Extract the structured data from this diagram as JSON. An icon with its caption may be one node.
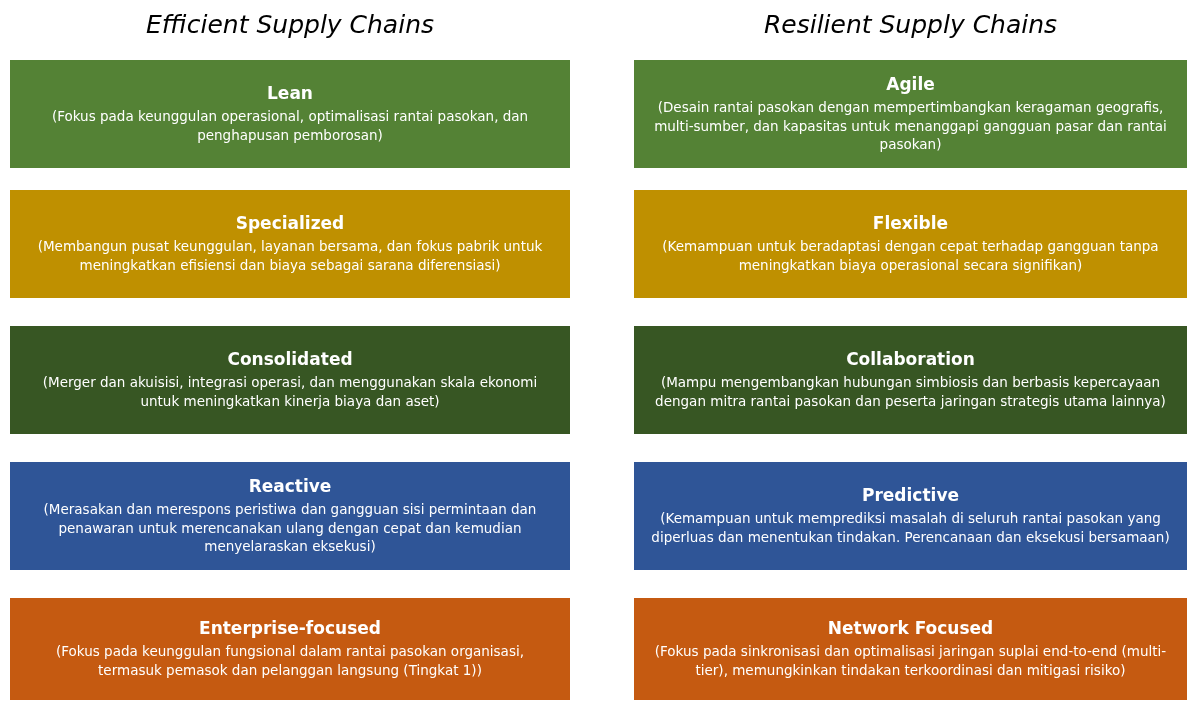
{
  "diagram": {
    "nodes": [
      {
        "text": [
          "Lean",
          "(Fokus pada keunggulan operasional, optimalisasi rantai pasokan, dan penghapusan pemborosan)"
        ]
      },
      {
        "text": [
          "Agile",
          "(Desain rantai pasokan dengan mempertimbangkan keragaman geografis, multi-sumber, dan kapasitas untuk menanggapi gangguan pasar dan rantai pasokan)"
        ]
      },
      {
        "text": [
          "Specialized",
          "(Membangun pusat keunggulan, layanan bersama, dan fokus pabrik untuk meningkatkan efisiensi dan biaya sebagai sarana diferensiasi)"
        ]
      },
      {
        "text": [
          "Flexible",
          "(Kemampuan untuk beradaptasi dengan cepat terhadap gangguan tanpa meningkatkan biaya operasional secara signifikan)"
        ]
      },
      {
        "text": [
          "Consolidated",
          "(Merger dan akuisisi, integrasi operasi, dan menggunakan skala ekonomi untuk meningkatkan kinerja biaya dan aset)"
        ]
      },
      {
        "text": [
          "Collaboration",
          "(Mampu mengembangkan hubungan simbiosis dan berbasis kepercayaan dengan mitra rantai pasokan dan peserta jaringan strategis utama lainnya)"
        ]
      },
      {
        "text": [
          "Reactive",
          "(Merasakan dan merespons peristiwa dan gangguan sisi permintaan dan penawaran untuk merencanakan ulang dengan cepat dan kemudian menyelaraskan eksekusi)"
        ]
      },
      {
        "text": [
          "Predictive",
          "(Kemampuan untuk memprediksi masalah di seluruh rantai pasokan yang diperluas dan menentukan tindakan. Perencanaan dan eksekusi bersamaan)"
        ]
      },
      {
        "text": [
          "Enterprise-focused",
          "(Fokus pada keunggulan fungsional dalam rantai pasokan organisasi, termasuk pemasok dan pelanggan langsung (Tingkat 1))"
        ]
      },
      {
        "text": [
          "Network Focused",
          "(Fokus pada sinkronisasi dan optimalisasi jaringan suplai end-to-end (multi-tier), memungkinkan tindakan terkoordinasi dan mitigasi risiko)"
        ]
      }
    ],
    "labels": [
      "Efficient Supply Chains",
      "Resilient Supply Chains"
    ]
  }
}
